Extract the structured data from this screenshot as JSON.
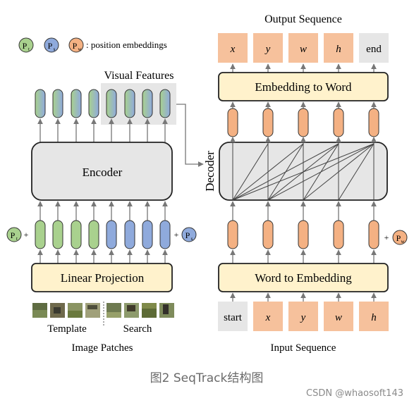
{
  "legend": {
    "pt": "P",
    "pt_sub": "t",
    "ps": "P",
    "ps_sub": "s",
    "pw": "P",
    "pw_sub": "w",
    "text": ": position embeddings"
  },
  "left": {
    "visual_features": "Visual Features",
    "encoder": "Encoder",
    "linear_projection": "Linear Projection",
    "template": "Template",
    "search": "Search",
    "image_patches": "Image Patches",
    "plus": "+"
  },
  "right": {
    "output_sequence_title": "Output Sequence",
    "output_tokens": [
      "x",
      "y",
      "w",
      "h",
      "end"
    ],
    "embedding_to_word": "Embedding to Word",
    "decoder": "Decoder",
    "word_to_embedding": "Word to Embedding",
    "input_tokens": [
      "start",
      "x",
      "y",
      "w",
      "h"
    ],
    "input_sequence_title": "Input Sequence",
    "plus": "+"
  },
  "caption": "图2 SeqTrack结构图",
  "watermark": "CSDN @whaosoft143",
  "colors": {
    "green": "#a9d18e",
    "blue": "#8faadc",
    "orange": "#f4b183",
    "box_yellow": "#fff2cc",
    "gray_box": "#e6e6e6"
  }
}
